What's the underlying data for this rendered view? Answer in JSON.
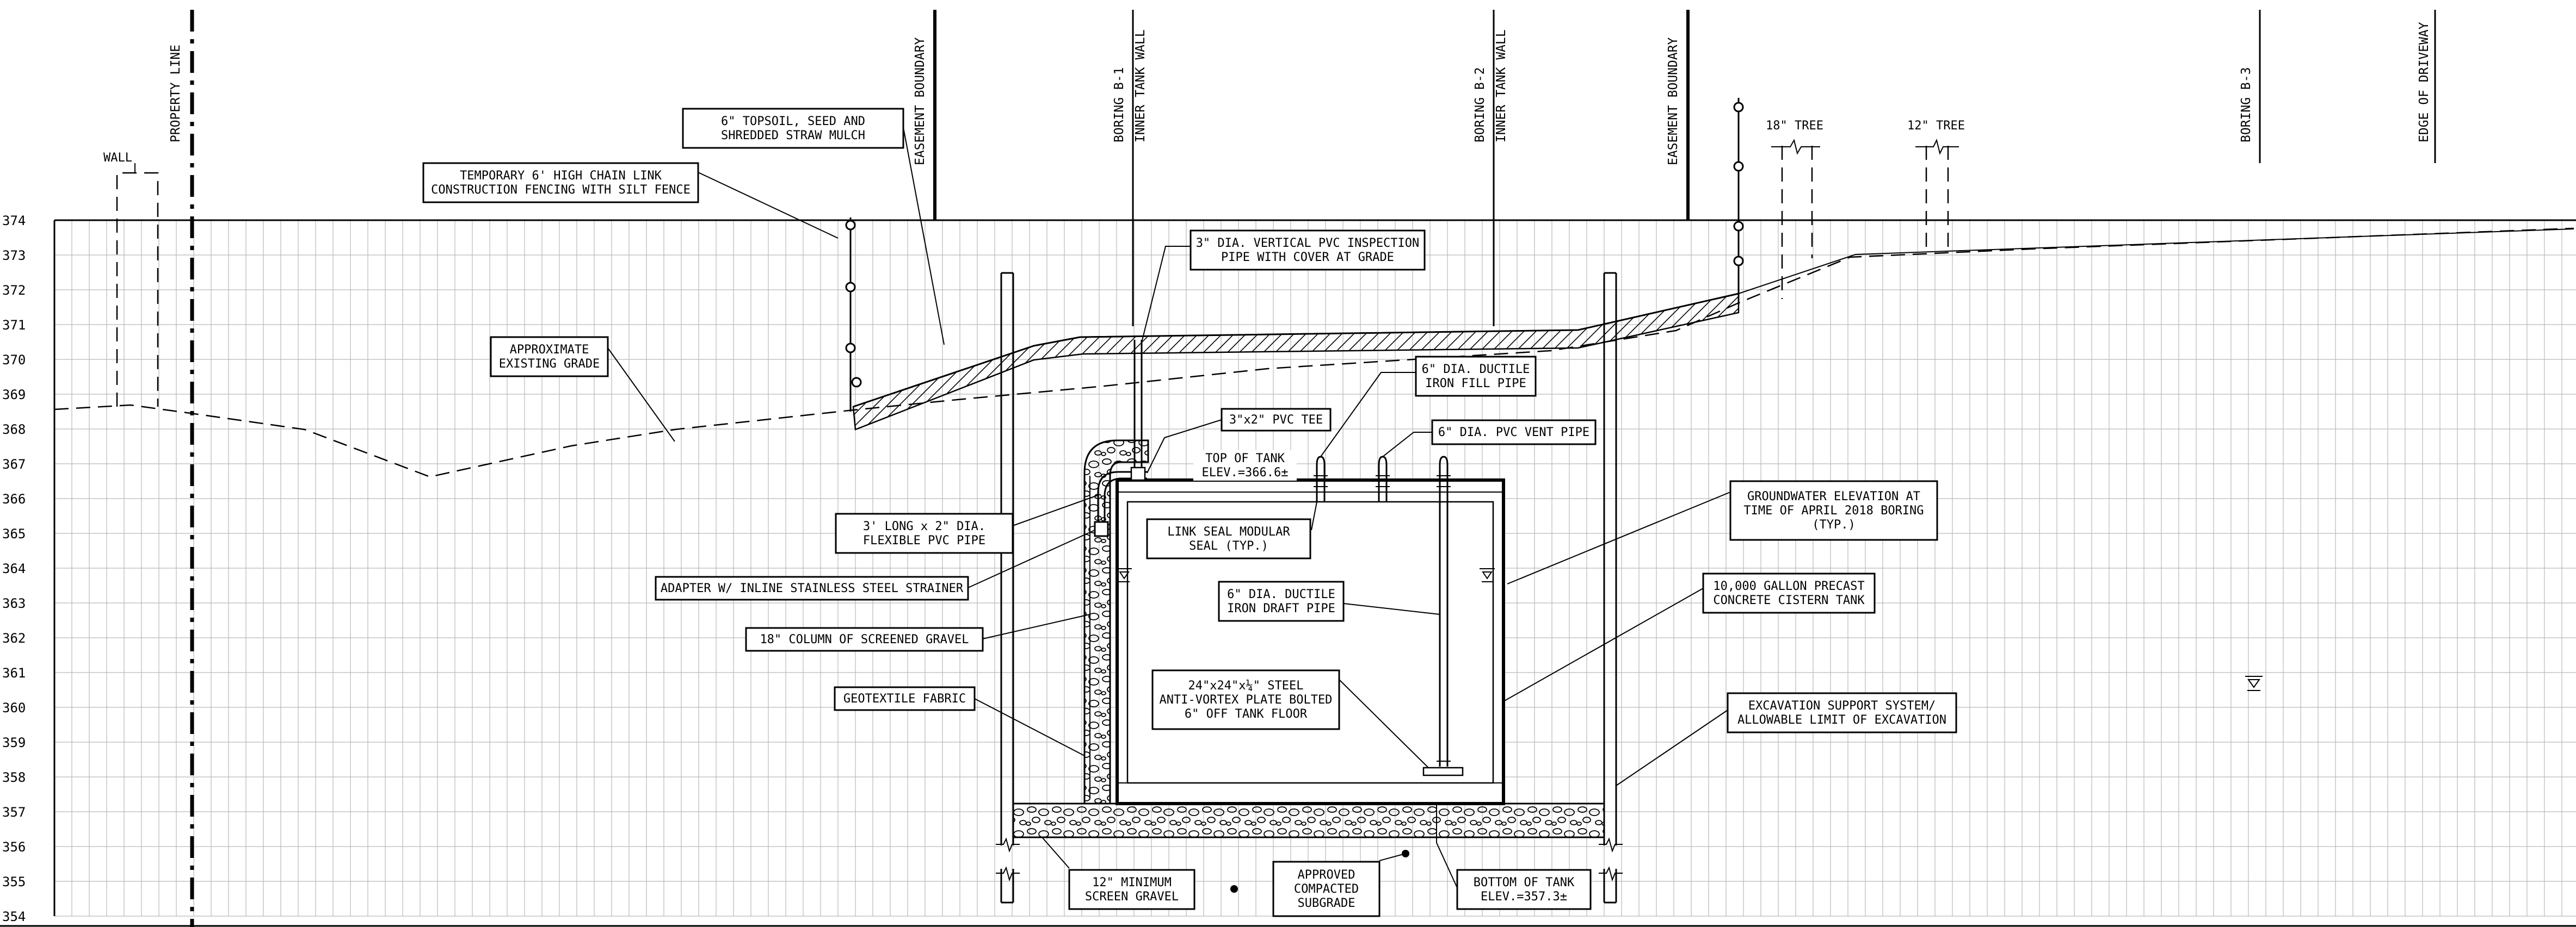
{
  "elevations": [
    "374",
    "373",
    "372",
    "371",
    "370",
    "369",
    "368",
    "367",
    "366",
    "365",
    "364",
    "363",
    "362",
    "361",
    "360",
    "359",
    "358",
    "357",
    "356",
    "355",
    "354"
  ],
  "top_labels": {
    "wall": "WALL",
    "property_line": "PROPERTY LINE",
    "easement_left": "EASEMENT BOUNDARY",
    "boring_b1": "BORING B-1",
    "inner_wall_1": "INNER TANK WALL",
    "boring_b2": "BORING B-2",
    "inner_wall_2": "INNER TANK WALL",
    "easement_right": "EASEMENT BOUNDARY",
    "tree_18": "18\" TREE",
    "tree_12": "12\" TREE",
    "boring_b3": "BORING B-3",
    "edge_driveway": "EDGE OF DRIVEWAY"
  },
  "callouts": {
    "topsoil": [
      "6\" TOPSOIL, SEED AND",
      "SHREDDED STRAW MULCH"
    ],
    "fencing": [
      "TEMPORARY 6' HIGH CHAIN LINK",
      "CONSTRUCTION FENCING WITH SILT FENCE"
    ],
    "existing_grade": [
      "APPROXIMATE",
      "EXISTING GRADE"
    ],
    "inspection_pipe": [
      "3\" DIA. VERTICAL PVC INSPECTION",
      "PIPE WITH COVER AT GRADE"
    ],
    "fill_pipe": [
      "6\" DIA. DUCTILE",
      "IRON FILL PIPE"
    ],
    "pvc_tee": [
      "3\"x2\" PVC TEE"
    ],
    "vent_pipe": [
      "6\" DIA. PVC VENT PIPE"
    ],
    "top_of_tank": [
      "TOP OF TANK",
      "ELEV.=366.6±"
    ],
    "flex_pipe": [
      "3' LONG x 2\" DIA.",
      "FLEXIBLE PVC PIPE"
    ],
    "link_seal": [
      "LINK SEAL MODULAR",
      "SEAL (TYP.)"
    ],
    "adapter": [
      "ADAPTER W/ INLINE STAINLESS STEEL STRAINER"
    ],
    "gravel_column": [
      "18\" COLUMN OF SCREENED GRAVEL"
    ],
    "draft_pipe": [
      "6\" DIA. DUCTILE",
      "IRON DRAFT PIPE"
    ],
    "geotextile": [
      "GEOTEXTILE FABRIC"
    ],
    "anti_vortex": [
      "24\"x24\"x¼\"  STEEL",
      "ANTI-VORTEX PLATE BOLTED",
      "6\" OFF TANK FLOOR"
    ],
    "groundwater": [
      "GROUNDWATER ELEVATION AT",
      "TIME OF APRIL 2018 BORING",
      "(TYP.)"
    ],
    "cistern": [
      "10,000 GALLON PRECAST",
      "CONCRETE CISTERN TANK"
    ],
    "excavation": [
      "EXCAVATION SUPPORT SYSTEM/",
      "ALLOWABLE LIMIT OF EXCAVATION"
    ],
    "screen_gravel": [
      "12\" MINIMUM",
      "SCREEN GRAVEL"
    ],
    "subgrade": [
      "APPROVED",
      "COMPACTED",
      "SUBGRADE"
    ],
    "bottom_of_tank": [
      "BOTTOM OF TANK",
      "ELEV.=357.3±"
    ]
  }
}
